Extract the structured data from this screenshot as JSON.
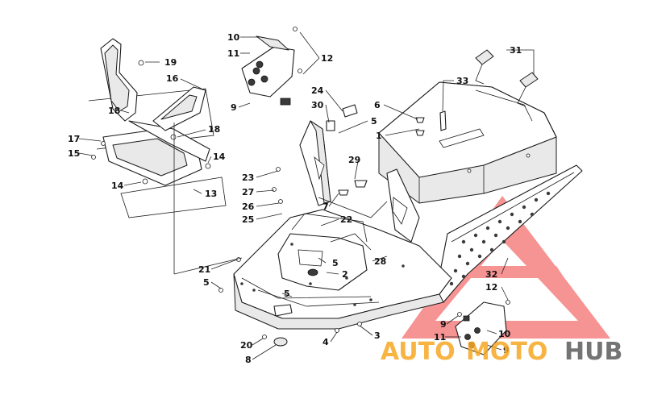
{
  "callouts": [
    {
      "id": "c10a",
      "text": "10"
    },
    {
      "id": "c11a",
      "text": "11"
    },
    {
      "id": "c12a",
      "text": "12"
    },
    {
      "id": "c9a",
      "text": "9"
    },
    {
      "id": "c19",
      "text": "19"
    },
    {
      "id": "c16",
      "text": "16"
    },
    {
      "id": "c18a",
      "text": "18"
    },
    {
      "id": "c18b",
      "text": "18"
    },
    {
      "id": "c17",
      "text": "17"
    },
    {
      "id": "c15",
      "text": "15"
    },
    {
      "id": "c14a",
      "text": "14"
    },
    {
      "id": "c14b",
      "text": "14"
    },
    {
      "id": "c13",
      "text": "13"
    },
    {
      "id": "c24",
      "text": "24"
    },
    {
      "id": "c30",
      "text": "30"
    },
    {
      "id": "c6",
      "text": "6"
    },
    {
      "id": "c5a",
      "text": "5"
    },
    {
      "id": "c1",
      "text": "1"
    },
    {
      "id": "c31",
      "text": "31"
    },
    {
      "id": "c33",
      "text": "33"
    },
    {
      "id": "c29",
      "text": "29"
    },
    {
      "id": "c23",
      "text": "23"
    },
    {
      "id": "c27",
      "text": "27"
    },
    {
      "id": "c26",
      "text": "26"
    },
    {
      "id": "c25",
      "text": "25"
    },
    {
      "id": "c7",
      "text": "7"
    },
    {
      "id": "c22",
      "text": "22"
    },
    {
      "id": "c5b",
      "text": "5"
    },
    {
      "id": "c2",
      "text": "2"
    },
    {
      "id": "c28",
      "text": "28"
    },
    {
      "id": "c21",
      "text": "21"
    },
    {
      "id": "c5c",
      "text": "5"
    },
    {
      "id": "c5d",
      "text": "5"
    },
    {
      "id": "c3",
      "text": "3"
    },
    {
      "id": "c4",
      "text": "4"
    },
    {
      "id": "c20",
      "text": "20"
    },
    {
      "id": "c8",
      "text": "8"
    },
    {
      "id": "c32",
      "text": "32"
    },
    {
      "id": "c12b",
      "text": "12"
    },
    {
      "id": "c9b",
      "text": "9"
    },
    {
      "id": "c11b",
      "text": "11"
    },
    {
      "id": "c10b",
      "text": "10"
    },
    {
      "id": "c9c",
      "text": "9"
    }
  ],
  "watermark": {
    "part1": "AUTO",
    "part2": "MOTO",
    "part3": "HUB",
    "color_orange": "#f7a823",
    "color_gray": "#5c5c5c",
    "color_triangle": "#e8201f"
  }
}
